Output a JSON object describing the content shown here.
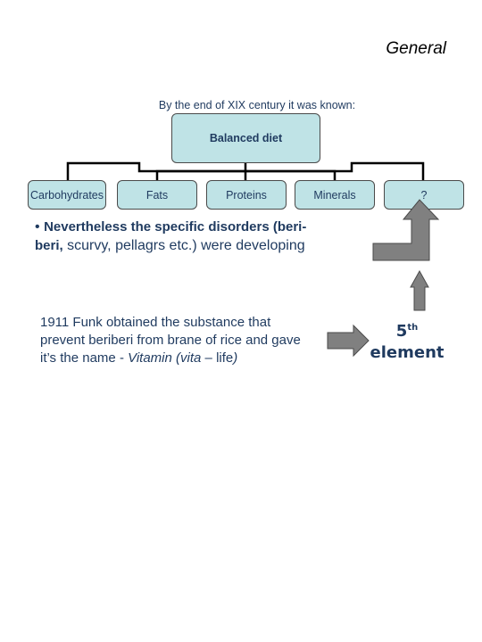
{
  "title": "General",
  "intro": "By the end of XIX century it was known:",
  "diagram": {
    "root": "Balanced diet",
    "children": [
      "Carbohydrates",
      "Fats",
      "Proteins",
      "Minerals",
      "?"
    ]
  },
  "bullet": {
    "marker": "•",
    "bold_part": "Nevertheless the specific disorders (beri-beri,",
    "normal_part": "scurvy, pellagrs etc.) were developing"
  },
  "funk": {
    "text": "1911 Funk obtained the substance that prevent beriberi from brane of rice and gave it’s the name -",
    "vitamin": "Vitamin (vita",
    "dash": "–",
    "life": "life",
    "close": ")"
  },
  "fifth": {
    "number": "5",
    "suffix": "th",
    "word": "element"
  },
  "colors": {
    "box_fill": "#bfe3e6",
    "text": "#1f3a5f",
    "arrow_fill": "#808080"
  }
}
